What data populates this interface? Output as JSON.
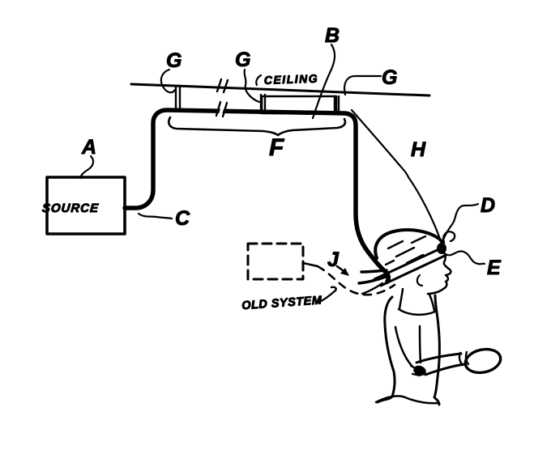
{
  "colors": {
    "ink": "#000000",
    "paper": "#ffffff"
  },
  "diagram": {
    "labels": {
      "a": "A",
      "b": "B",
      "c": "C",
      "d": "D",
      "e": "E",
      "f": "F",
      "g_left": "G",
      "g_mid": "G",
      "g_right": "G",
      "h": "H",
      "j": "J"
    },
    "texts": {
      "ceiling": "CEILING",
      "source": "SOURCE",
      "old_system": "OLD SYSTEM"
    }
  }
}
